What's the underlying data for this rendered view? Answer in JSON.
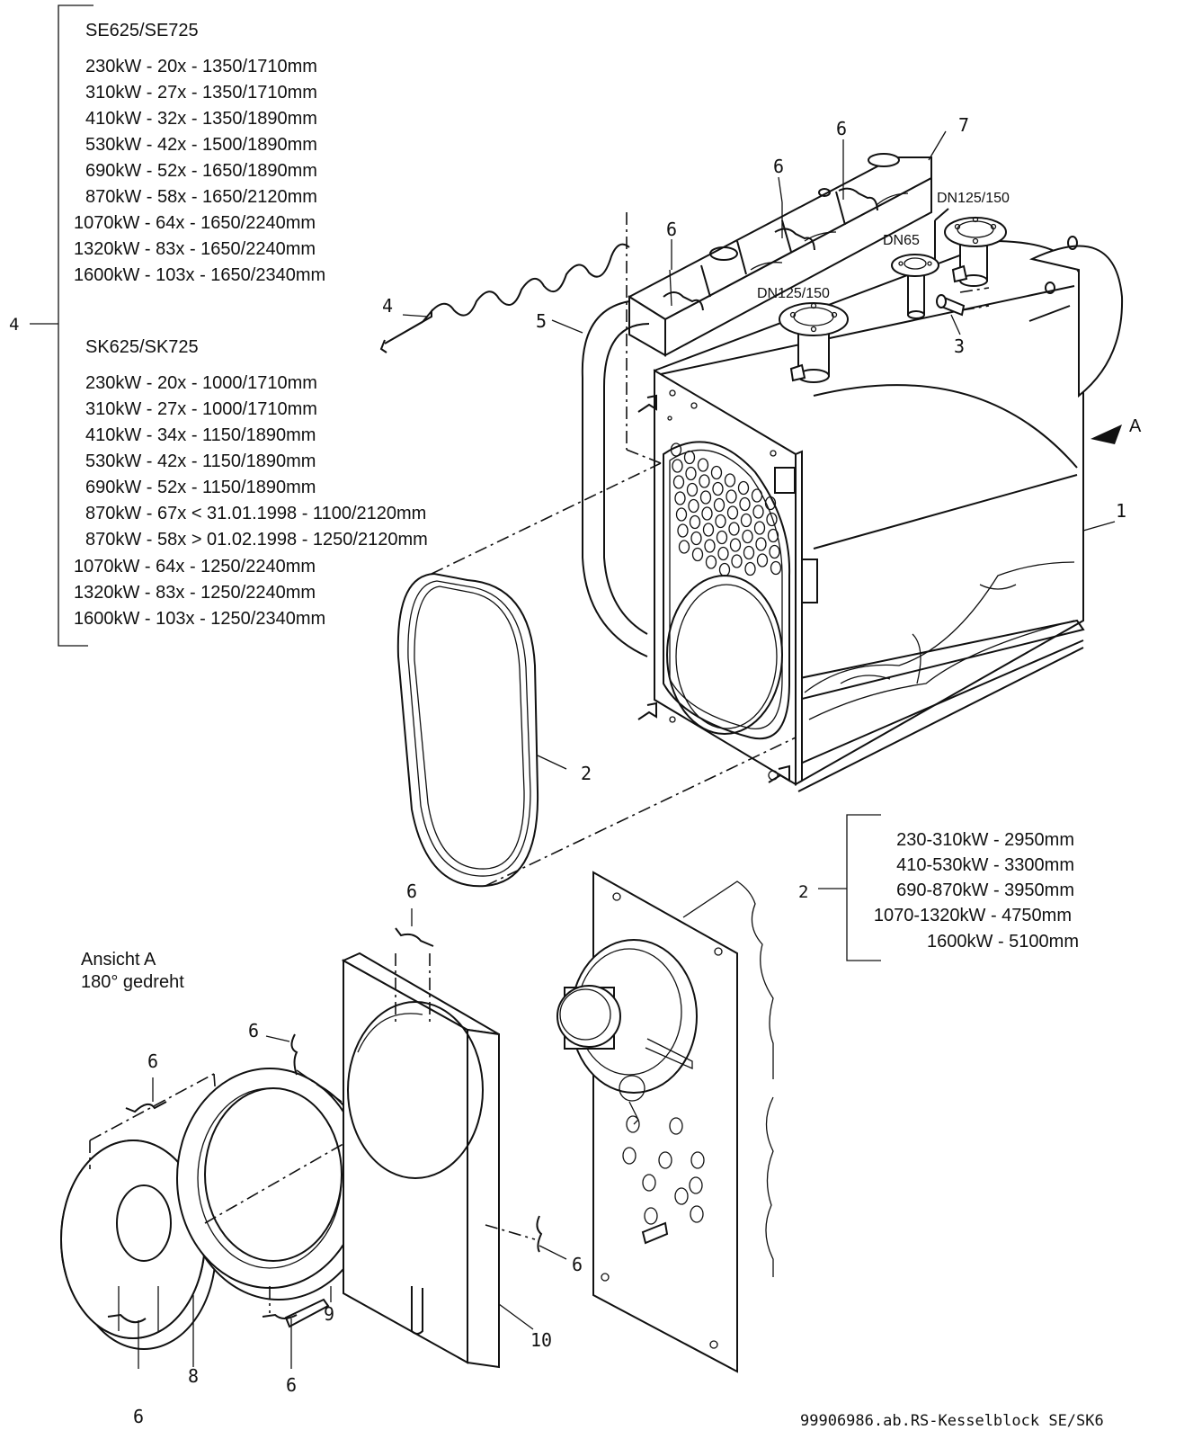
{
  "callouts": {
    "c1": "1",
    "c2": "2",
    "c3": "3",
    "c4": "4",
    "c5": "5",
    "c6": "6",
    "c7": "7",
    "c8": "8",
    "c9": "9",
    "c10": "10",
    "view_marker": "A"
  },
  "connections": {
    "dn125_rear": "DN125/150",
    "dn65": "DN65",
    "dn125_front": "DN125/150"
  },
  "item4": {
    "se_title": "SE625/SE725",
    "se_rows": [
      "230kW - 20x - 1350/1710mm",
      "310kW - 27x - 1350/1710mm",
      "410kW - 32x - 1350/1890mm",
      "530kW - 42x - 1500/1890mm",
      "690kW - 52x - 1650/1890mm",
      "870kW - 58x - 1650/2120mm",
      "1070kW - 64x - 1650/2240mm",
      "1320kW - 83x - 1650/2240mm",
      "1600kW - 103x - 1650/2340mm"
    ],
    "sk_title": "SK625/SK725",
    "sk_rows": [
      "230kW - 20x - 1000/1710mm",
      "310kW - 27x - 1000/1710mm",
      "410kW - 34x - 1150/1890mm",
      "530kW - 42x - 1150/1890mm",
      "690kW - 52x - 1150/1890mm",
      "870kW - 67x < 31.01.1998 - 1100/2120mm",
      "870kW - 58x > 01.02.1998 - 1250/2120mm",
      "1070kW - 64x - 1250/2240mm",
      "1320kW - 83x - 1250/2240mm",
      "1600kW - 103x - 1250/2340mm"
    ]
  },
  "item2": {
    "rows": [
      "230-310kW - 2950mm",
      "410-530kW - 3300mm",
      "690-870kW - 3950mm",
      "1070-1320kW - 4750mm",
      "1600kW - 5100mm"
    ]
  },
  "view_label": {
    "line1": "Ansicht A",
    "line2": "180° gedreht"
  },
  "footer": "99906986.ab.RS-Kesselblock SE/SK6"
}
